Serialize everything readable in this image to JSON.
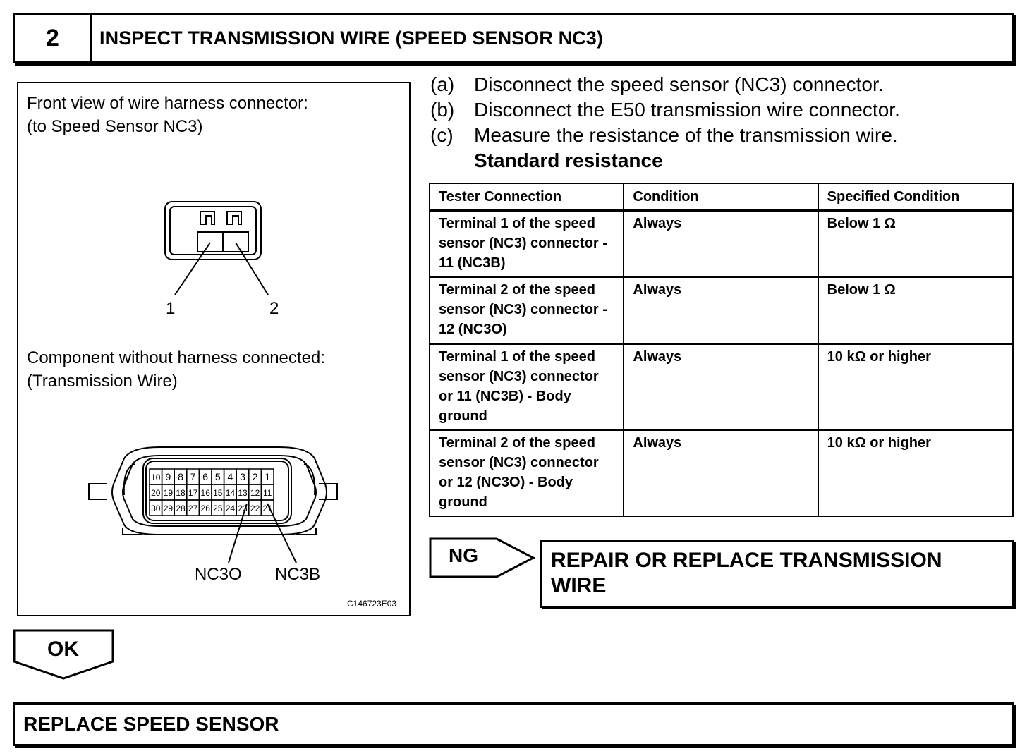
{
  "header": {
    "step_number": "2",
    "title": "INSPECT TRANSMISSION WIRE (SPEED SENSOR NC3)"
  },
  "figure": {
    "caption_top_line1": "Front view of wire harness connector:",
    "caption_top_line2": "(to Speed Sensor NC3)",
    "pin_label_1": "1",
    "pin_label_2": "2",
    "caption_bottom_line1": "Component without harness connected:",
    "caption_bottom_line2": "(Transmission Wire)",
    "connector_row1": [
      "10",
      "9",
      "8",
      "7",
      "6",
      "5",
      "4",
      "3",
      "2",
      "1"
    ],
    "connector_row2": [
      "20",
      "19",
      "18",
      "17",
      "16",
      "15",
      "14",
      "13",
      "12",
      "11"
    ],
    "connector_row3": [
      "30",
      "29",
      "28",
      "27",
      "26",
      "25",
      "24",
      "23",
      "22",
      "21"
    ],
    "label_nc3o": "NC3O",
    "label_nc3b": "NC3B",
    "figure_code": "C146723E03"
  },
  "steps": [
    {
      "letter": "(a)",
      "text": "Disconnect the speed sensor (NC3) connector."
    },
    {
      "letter": "(b)",
      "text": "Disconnect the E50 transmission wire connector."
    },
    {
      "letter": "(c)",
      "text": "Measure the resistance of the transmission wire."
    }
  ],
  "standard_resistance_label": "Standard resistance",
  "table": {
    "headers": [
      "Tester Connection",
      "Condition",
      "Specified Condition"
    ],
    "rows": [
      [
        "Terminal 1 of the speed sensor (NC3) connector - 11 (NC3B)",
        "Always",
        "Below 1 Ω"
      ],
      [
        "Terminal 2 of the speed sensor (NC3) connector - 12 (NC3O)",
        "Always",
        "Below 1 Ω"
      ],
      [
        "Terminal 1 of the speed sensor (NC3) connector or 11 (NC3B) - Body ground",
        "Always",
        "10 kΩ or higher"
      ],
      [
        "Terminal 2 of the speed sensor (NC3) connector or 12 (NC3O) - Body ground",
        "Always",
        "10 kΩ or higher"
      ]
    ]
  },
  "ng": {
    "label": "NG",
    "action_line1": "REPAIR OR REPLACE TRANSMISSION",
    "action_line2": "WIRE"
  },
  "ok": {
    "label": "OK"
  },
  "final_action": "REPLACE SPEED SENSOR"
}
